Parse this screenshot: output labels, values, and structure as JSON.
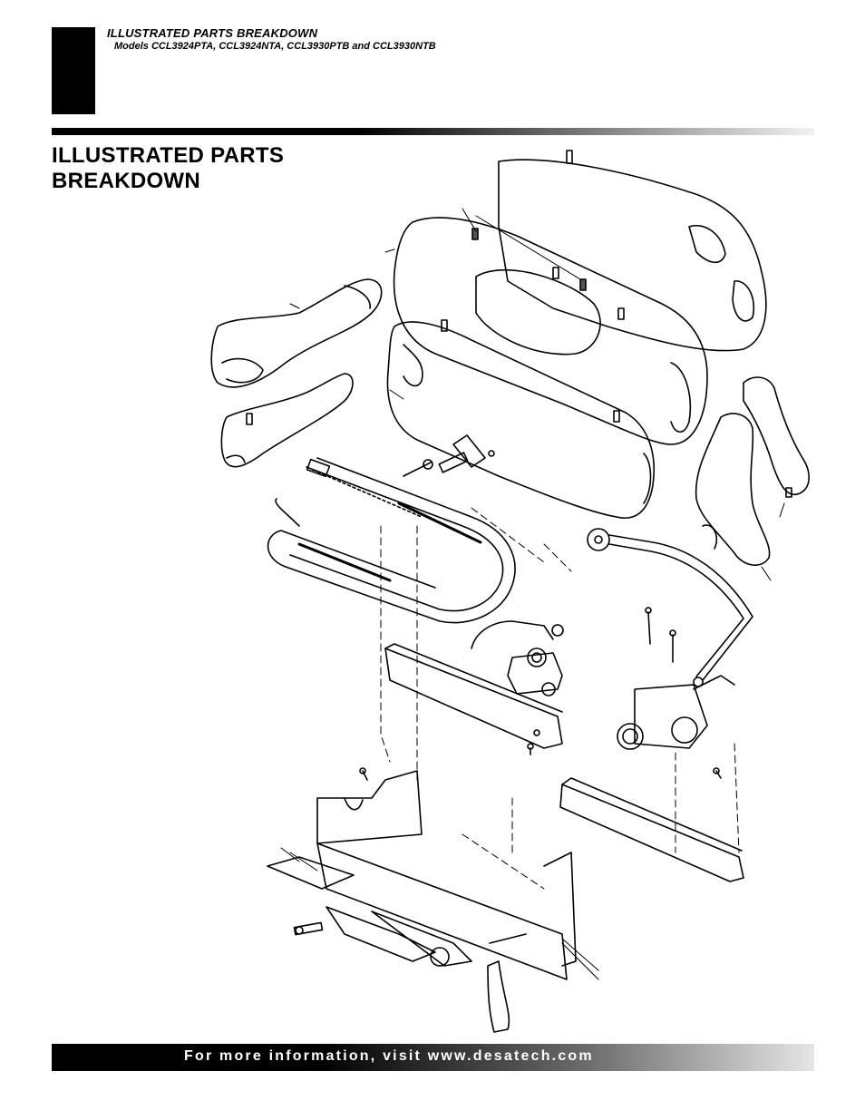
{
  "header": {
    "section_title": "ILLUSTRATED PARTS BREAKDOWN",
    "models": "Models CCL3924PTA, CCL3924NTA, CCL3930PTB and CCL3930NTB"
  },
  "page_title": {
    "line1": "ILLUSTRATED PARTS",
    "line2": "BREAKDOWN"
  },
  "footer": {
    "text": "For more information, visit www.desatech.com"
  },
  "colors": {
    "ink": "#000000",
    "paper": "#ffffff"
  }
}
